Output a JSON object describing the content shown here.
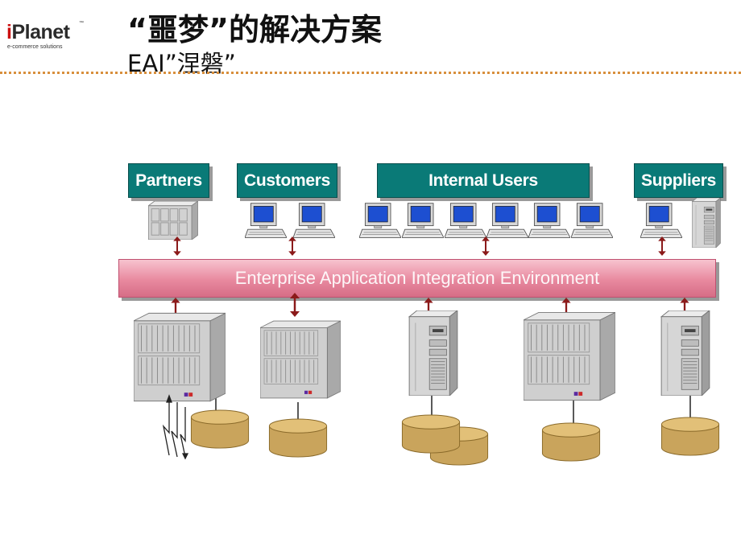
{
  "header": {
    "logo_word": "Planet",
    "logo_i": "i",
    "logo_tm": "™",
    "logo_tagline": "e-commerce solutions",
    "title": "“噩梦”的解决方案",
    "subtitle": "EAI”涅磐”"
  },
  "groups": {
    "partners": "Partners",
    "customers": "Customers",
    "internal_users": "Internal Users",
    "suppliers": "Suppliers"
  },
  "eai_bar": "Enterprise Application Integration Environment",
  "colors": {
    "teal": "#0a7a77",
    "eai_pink": "#e8899f",
    "arrow": "#8b1a1a",
    "disk": "#c9a45c",
    "dotted_rule": "#d88f3c"
  }
}
